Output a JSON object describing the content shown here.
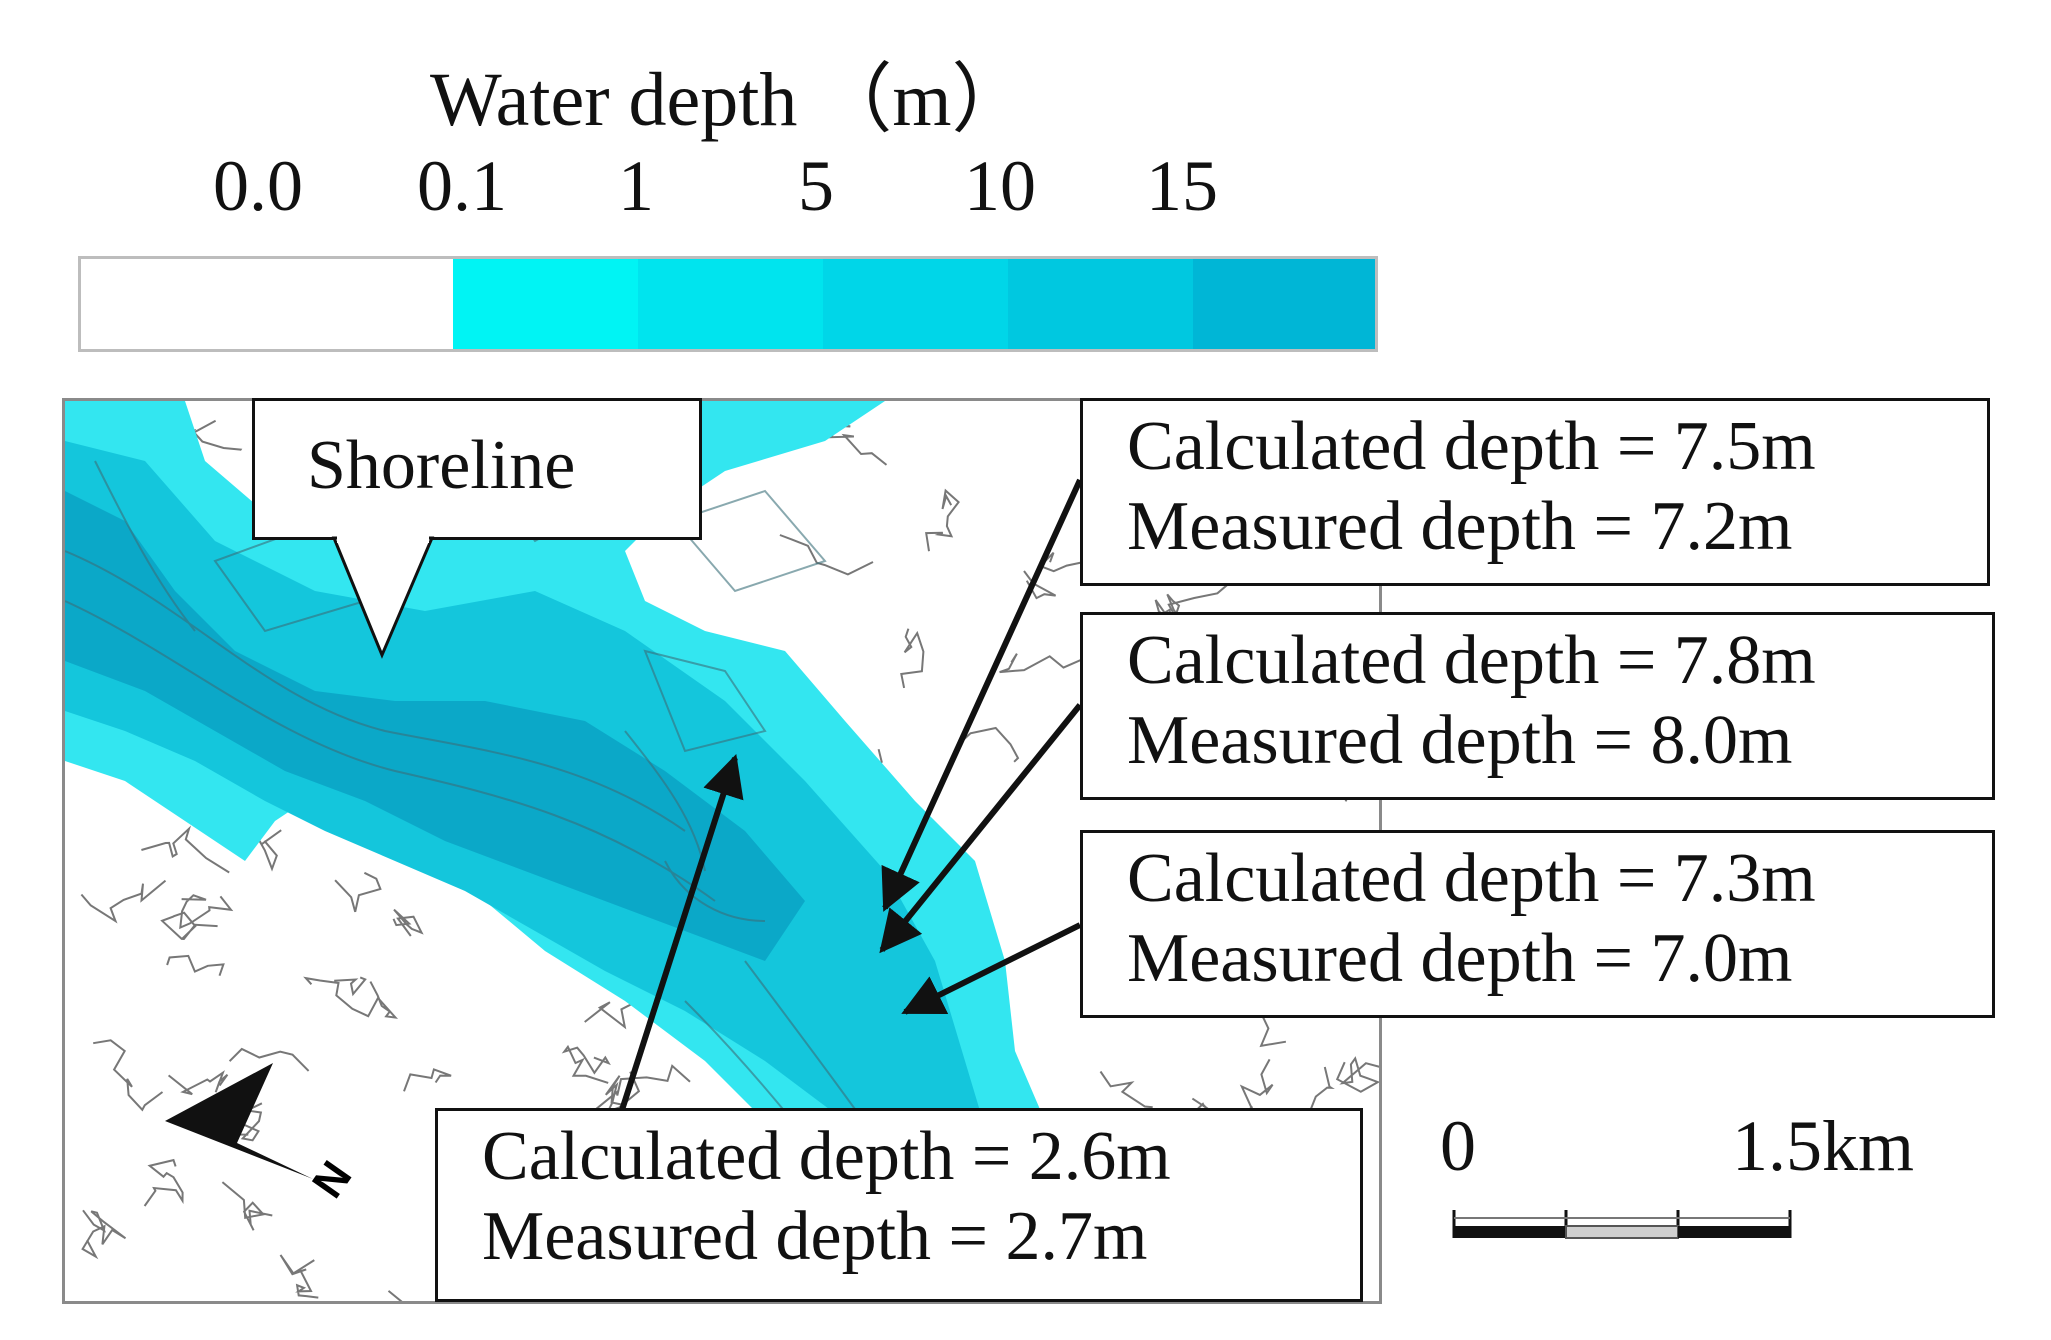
{
  "legend": {
    "title": "Water depth （m）",
    "ticks": [
      "0.0",
      "0.1",
      "1",
      "5",
      "10",
      "15"
    ],
    "colors": [
      "#ffffff",
      "#00f4f4",
      "#00e4ee",
      "#00d6e8",
      "#00c8e0",
      "#00b6d6"
    ]
  },
  "map": {
    "shoreline_label": "Shoreline",
    "colors": {
      "land_contour": "#777777",
      "water_light": "#33e6f0",
      "water_mid": "#14c6dc",
      "water_deep": "#0ba8c8"
    },
    "north_arrow": {
      "icon": "north-arrow-icon",
      "letter": "N"
    },
    "scale": {
      "start": "0",
      "end": "1.5km"
    },
    "points": [
      {
        "calculated": "Calculated depth = 7.5m",
        "measured": "Measured depth = 7.2m"
      },
      {
        "calculated": "Calculated depth = 7.8m",
        "measured": "Measured depth = 8.0m"
      },
      {
        "calculated": "Calculated depth = 7.3m",
        "measured": "Measured depth = 7.0m"
      },
      {
        "calculated": "Calculated depth = 2.6m",
        "measured": "Measured depth = 2.7m"
      }
    ]
  }
}
